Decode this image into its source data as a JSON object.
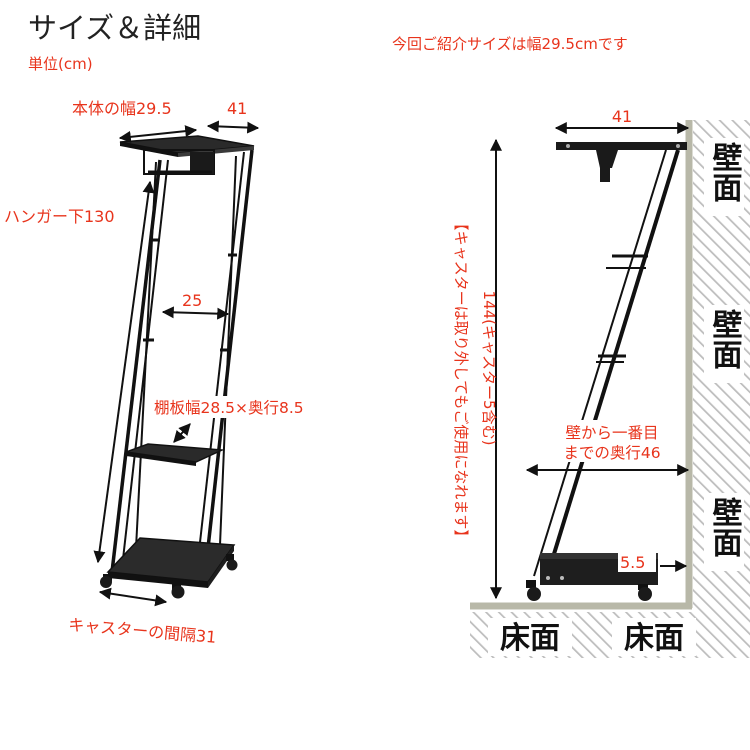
{
  "header": {
    "title": "サイズ＆詳細",
    "unit": "単位(cm)",
    "note": "今回ご紹介サイズは幅29.5cmです"
  },
  "front_view": {
    "body_width_label": "本体の幅29.5",
    "depth_label": "41",
    "hanger_label": "ハンガー下130",
    "inner_width_label": "25",
    "shelf_label": "棚板幅28.5×奥行8.5",
    "caster_label": "キャスターの間隔31"
  },
  "side_view": {
    "depth_label": "41",
    "height_label": "144(キャスター5含む)",
    "caster_note": "【キャスターは取り外してもご使用になれます】",
    "wall_depth_label_line1": "壁から一番目",
    "wall_depth_label_line2": "までの奥行46",
    "base_gap_label": "5.5",
    "wall_labels": [
      "壁面",
      "壁面",
      "壁面"
    ],
    "floor_labels": [
      "床面",
      "床面"
    ]
  },
  "colors": {
    "annotation": "#e8341c",
    "frame": "#1a1a1a",
    "wall_line": "#b8b8a8"
  }
}
